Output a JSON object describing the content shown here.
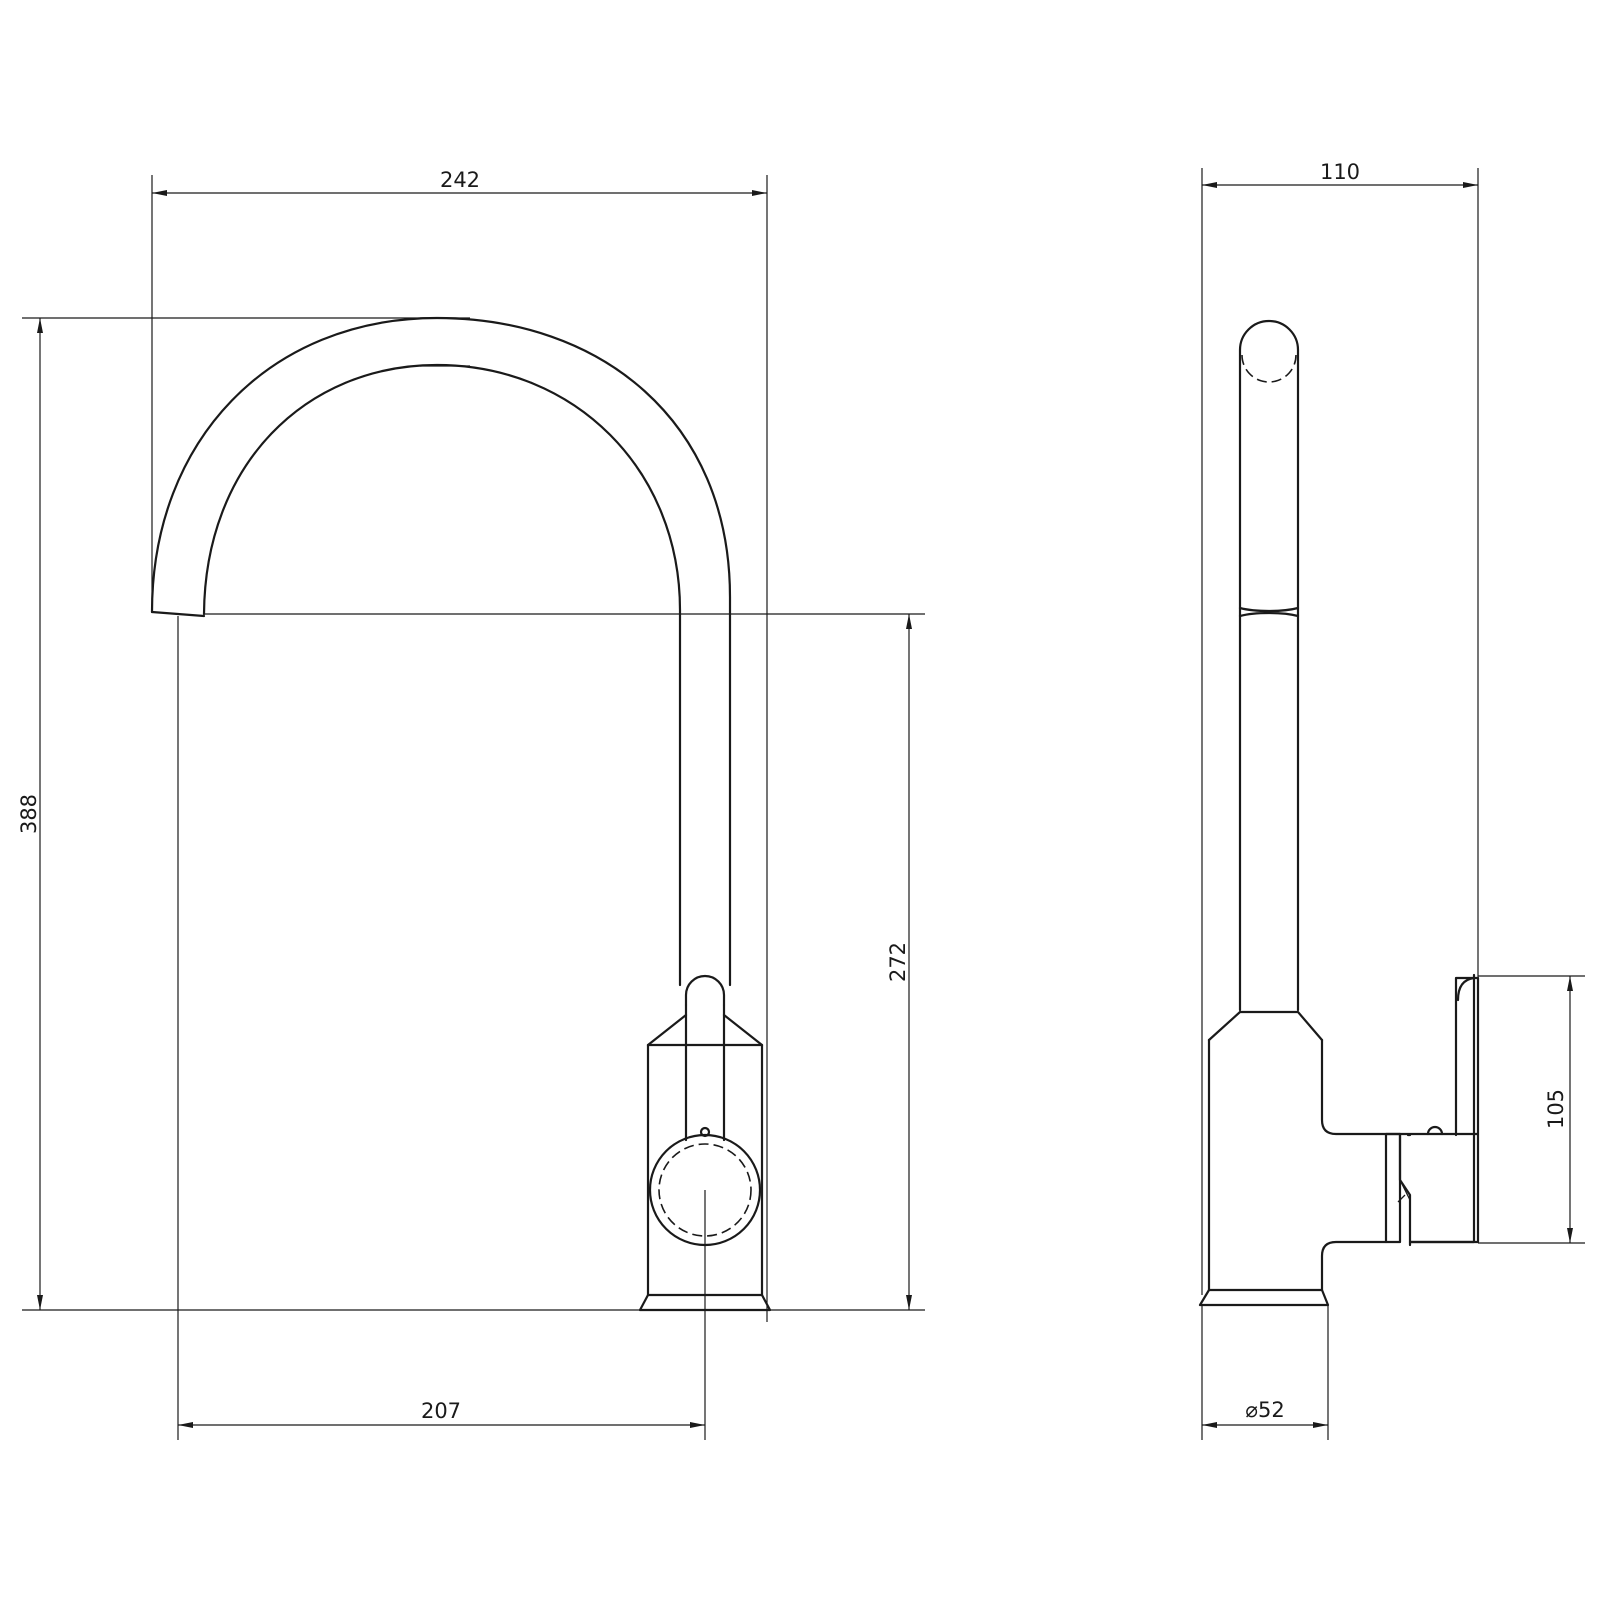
{
  "dimensions": {
    "overall_width": "242",
    "overall_height": "388",
    "spout_height": "272",
    "spout_reach": "207",
    "side_depth": "110",
    "handle_height": "105",
    "base_diameter": "52",
    "base_diameter_symbol": "⌀"
  }
}
